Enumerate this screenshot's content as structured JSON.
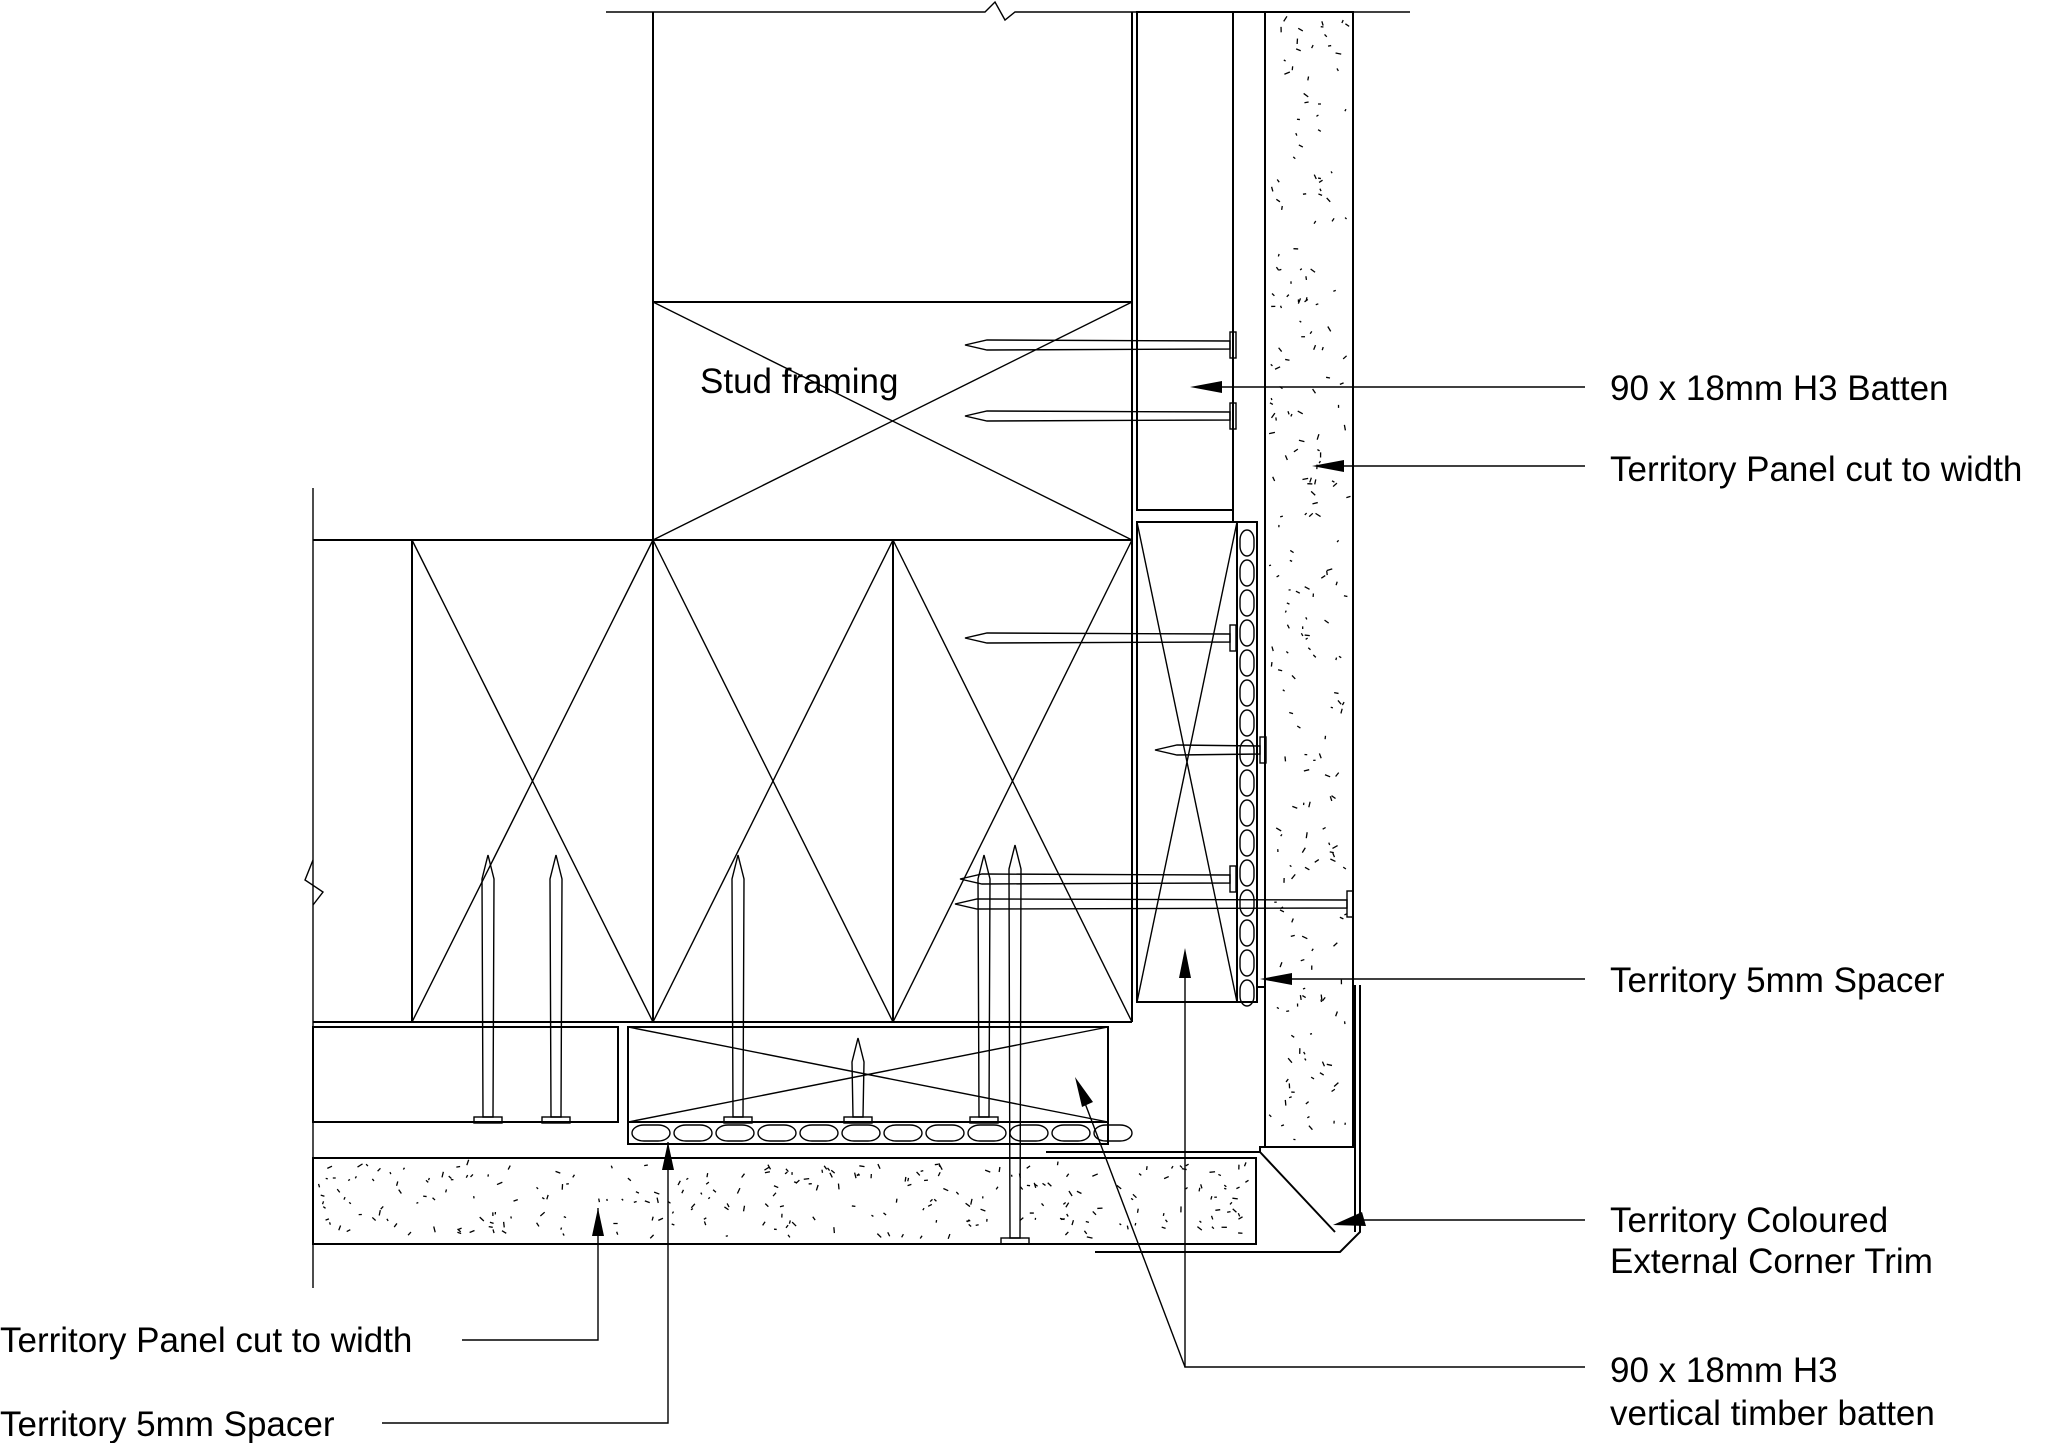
{
  "labels": {
    "stud_framing": "Stud framing",
    "batten_right": "90 x 18mm H3 Batten",
    "panel_right": "Territory Panel cut to width",
    "spacer_right": "Territory 5mm Spacer",
    "corner_trim_line1": "Territory Coloured",
    "corner_trim_line2": "External Corner Trim",
    "vertical_batten_line1": "90 x 18mm H3",
    "vertical_batten_line2": "vertical timber batten",
    "panel_left": "Territory Panel cut to width",
    "spacer_left": "Territory 5mm Spacer"
  }
}
